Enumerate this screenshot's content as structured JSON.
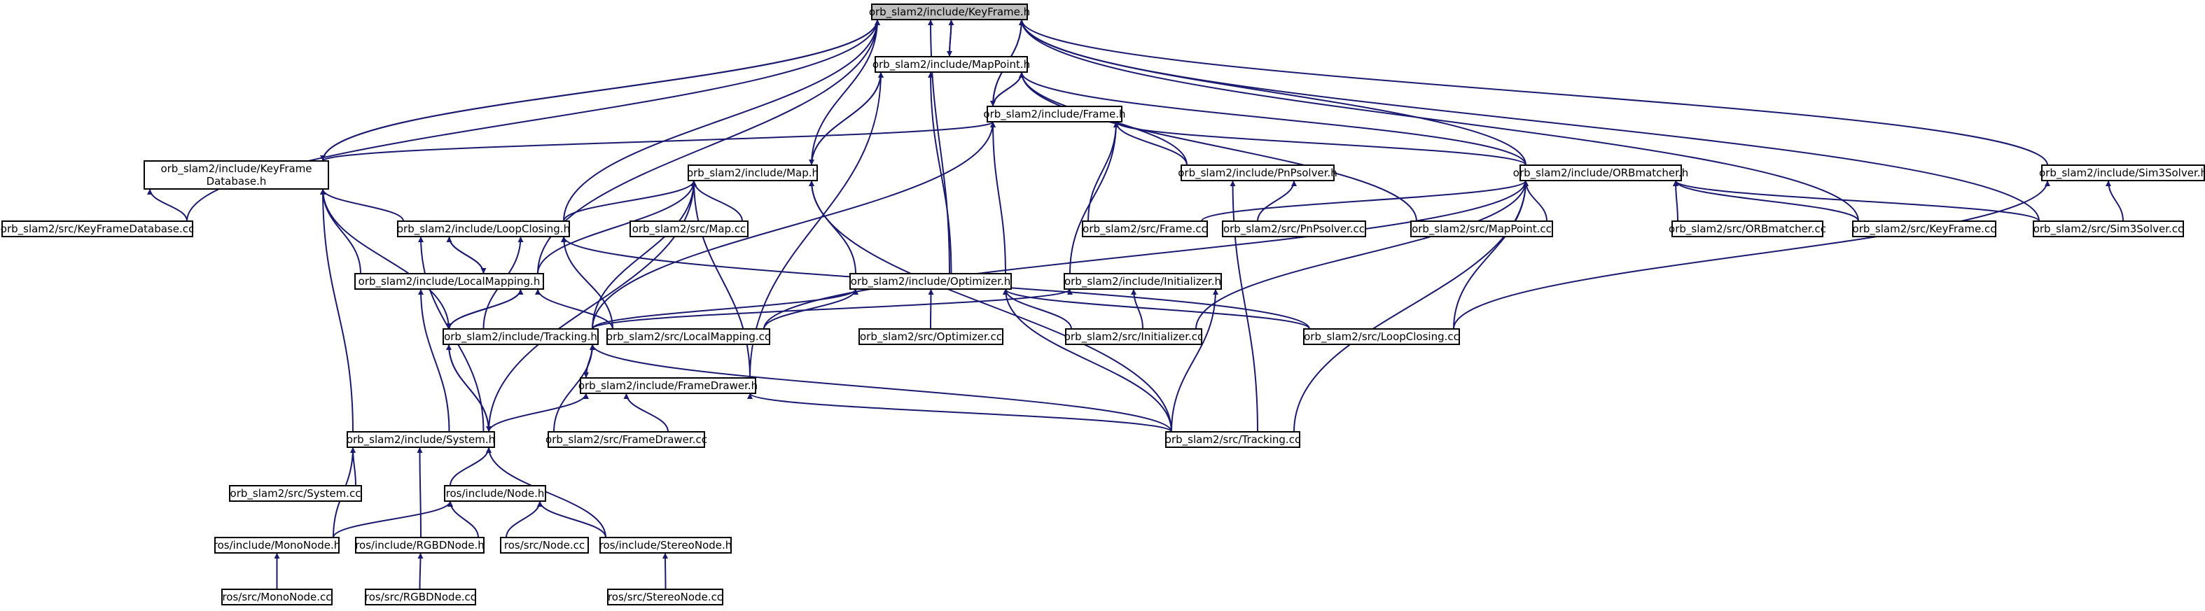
{
  "colors": {
    "edge": "#191970",
    "node_border": "#000000",
    "root_fill": "#bfbfbf",
    "background": "#ffffff"
  },
  "nodes": [
    {
      "id": "keyframe_h",
      "lines": [
        "orb_slam2/include/KeyFrame.h"
      ]
    },
    {
      "id": "mappoint_h",
      "lines": [
        "orb_slam2/include/MapPoint.h"
      ]
    },
    {
      "id": "frame_h",
      "lines": [
        "orb_slam2/include/Frame.h"
      ]
    },
    {
      "id": "kfdb_h",
      "lines": [
        "orb_slam2/include/KeyFrame",
        "Database.h"
      ]
    },
    {
      "id": "map_h",
      "lines": [
        "orb_slam2/include/Map.h"
      ]
    },
    {
      "id": "pnpsolver_h",
      "lines": [
        "orb_slam2/include/PnPsolver.h"
      ]
    },
    {
      "id": "orbmatcher_h",
      "lines": [
        "orb_slam2/include/ORBmatcher.h"
      ]
    },
    {
      "id": "sim3solver_h",
      "lines": [
        "orb_slam2/include/Sim3Solver.h"
      ]
    },
    {
      "id": "kfdb_cc",
      "lines": [
        "orb_slam2/src/KeyFrameDatabase.cc"
      ]
    },
    {
      "id": "loopclosing_h",
      "lines": [
        "orb_slam2/include/LoopClosing.h"
      ]
    },
    {
      "id": "map_cc",
      "lines": [
        "orb_slam2/src/Map.cc"
      ]
    },
    {
      "id": "frame_cc",
      "lines": [
        "orb_slam2/src/Frame.cc"
      ]
    },
    {
      "id": "pnpsolver_cc",
      "lines": [
        "orb_slam2/src/PnPsolver.cc"
      ]
    },
    {
      "id": "mappoint_cc",
      "lines": [
        "orb_slam2/src/MapPoint.cc"
      ]
    },
    {
      "id": "orbmatcher_cc",
      "lines": [
        "orb_slam2/src/ORBmatcher.cc"
      ]
    },
    {
      "id": "keyframe_cc",
      "lines": [
        "orb_slam2/src/KeyFrame.cc"
      ]
    },
    {
      "id": "sim3solver_cc",
      "lines": [
        "orb_slam2/src/Sim3Solver.cc"
      ]
    },
    {
      "id": "localmapping_h",
      "lines": [
        "orb_slam2/include/LocalMapping.h"
      ]
    },
    {
      "id": "optimizer_h",
      "lines": [
        "orb_slam2/include/Optimizer.h"
      ]
    },
    {
      "id": "initializer_h",
      "lines": [
        "orb_slam2/include/Initializer.h"
      ]
    },
    {
      "id": "tracking_h",
      "lines": [
        "orb_slam2/include/Tracking.h"
      ]
    },
    {
      "id": "localmapping_cc",
      "lines": [
        "orb_slam2/src/LocalMapping.cc"
      ]
    },
    {
      "id": "optimizer_cc",
      "lines": [
        "orb_slam2/src/Optimizer.cc"
      ]
    },
    {
      "id": "initializer_cc",
      "lines": [
        "orb_slam2/src/Initializer.cc"
      ]
    },
    {
      "id": "loopclosing_cc",
      "lines": [
        "orb_slam2/src/LoopClosing.cc"
      ]
    },
    {
      "id": "framedrawer_h",
      "lines": [
        "orb_slam2/include/FrameDrawer.h"
      ]
    },
    {
      "id": "system_h",
      "lines": [
        "orb_slam2/include/System.h"
      ]
    },
    {
      "id": "framedrawer_cc",
      "lines": [
        "orb_slam2/src/FrameDrawer.cc"
      ]
    },
    {
      "id": "tracking_cc",
      "lines": [
        "orb_slam2/src/Tracking.cc"
      ]
    },
    {
      "id": "system_cc",
      "lines": [
        "orb_slam2/src/System.cc"
      ]
    },
    {
      "id": "node_h",
      "lines": [
        "ros/include/Node.h"
      ]
    },
    {
      "id": "mononode_h",
      "lines": [
        "ros/include/MonoNode.h"
      ]
    },
    {
      "id": "rgbdnode_h",
      "lines": [
        "ros/include/RGBDNode.h"
      ]
    },
    {
      "id": "node_cc",
      "lines": [
        "ros/src/Node.cc"
      ]
    },
    {
      "id": "stereonode_h",
      "lines": [
        "ros/include/StereoNode.h"
      ]
    },
    {
      "id": "mononode_cc",
      "lines": [
        "ros/src/MonoNode.cc"
      ]
    },
    {
      "id": "rgbdnode_cc",
      "lines": [
        "ros/src/RGBDNode.cc"
      ]
    },
    {
      "id": "stereonode_cc",
      "lines": [
        "ros/src/StereoNode.cc"
      ]
    }
  ],
  "edges": [
    [
      "mappoint_h",
      "keyframe_h"
    ],
    [
      "frame_h",
      "keyframe_h"
    ],
    [
      "kfdb_h",
      "keyframe_h"
    ],
    [
      "map_h",
      "keyframe_h"
    ],
    [
      "orbmatcher_h",
      "keyframe_h"
    ],
    [
      "sim3solver_h",
      "keyframe_h"
    ],
    [
      "kfdb_cc",
      "keyframe_h"
    ],
    [
      "loopclosing_h",
      "keyframe_h"
    ],
    [
      "localmapping_h",
      "keyframe_h"
    ],
    [
      "optimizer_h",
      "keyframe_h"
    ],
    [
      "keyframe_cc",
      "keyframe_h"
    ],
    [
      "sim3solver_cc",
      "keyframe_h"
    ],
    [
      "keyframe_h",
      "mappoint_h"
    ],
    [
      "keyframe_h",
      "frame_h"
    ],
    [
      "keyframe_h",
      "kfdb_h"
    ],
    [
      "frame_h",
      "mappoint_h"
    ],
    [
      "map_h",
      "mappoint_h"
    ],
    [
      "pnpsolver_h",
      "mappoint_h"
    ],
    [
      "orbmatcher_h",
      "mappoint_h"
    ],
    [
      "mappoint_cc",
      "mappoint_h"
    ],
    [
      "optimizer_h",
      "mappoint_h"
    ],
    [
      "framedrawer_h",
      "mappoint_h"
    ],
    [
      "mappoint_h",
      "frame_h"
    ],
    [
      "mappoint_h",
      "map_h"
    ],
    [
      "kfdb_h",
      "frame_h"
    ],
    [
      "pnpsolver_h",
      "frame_h"
    ],
    [
      "orbmatcher_h",
      "frame_h"
    ],
    [
      "frame_cc",
      "frame_h"
    ],
    [
      "optimizer_h",
      "frame_h"
    ],
    [
      "initializer_h",
      "frame_h"
    ],
    [
      "tracking_h",
      "frame_h"
    ],
    [
      "kfdb_cc",
      "kfdb_h"
    ],
    [
      "loopclosing_h",
      "kfdb_h"
    ],
    [
      "localmapping_h",
      "kfdb_h"
    ],
    [
      "tracking_h",
      "kfdb_h"
    ],
    [
      "system_h",
      "kfdb_h"
    ],
    [
      "loopclosing_h",
      "map_h"
    ],
    [
      "map_cc",
      "map_h"
    ],
    [
      "localmapping_h",
      "map_h"
    ],
    [
      "optimizer_h",
      "map_h"
    ],
    [
      "tracking_h",
      "map_h"
    ],
    [
      "framedrawer_h",
      "map_h"
    ],
    [
      "tracking_cc",
      "map_h"
    ],
    [
      "system_h",
      "map_h"
    ],
    [
      "pnpsolver_cc",
      "pnpsolver_h"
    ],
    [
      "tracking_cc",
      "pnpsolver_h"
    ],
    [
      "frame_cc",
      "orbmatcher_h"
    ],
    [
      "mappoint_cc",
      "orbmatcher_h"
    ],
    [
      "orbmatcher_cc",
      "orbmatcher_h"
    ],
    [
      "keyframe_cc",
      "orbmatcher_h"
    ],
    [
      "sim3solver_cc",
      "orbmatcher_h"
    ],
    [
      "localmapping_cc",
      "orbmatcher_h"
    ],
    [
      "initializer_cc",
      "orbmatcher_h"
    ],
    [
      "loopclosing_cc",
      "orbmatcher_h"
    ],
    [
      "tracking_cc",
      "orbmatcher_h"
    ],
    [
      "sim3solver_cc",
      "sim3solver_h"
    ],
    [
      "loopclosing_cc",
      "sim3solver_h"
    ],
    [
      "localmapping_h",
      "loopclosing_h"
    ],
    [
      "tracking_h",
      "loopclosing_h"
    ],
    [
      "localmapping_cc",
      "loopclosing_h"
    ],
    [
      "loopclosing_cc",
      "loopclosing_h"
    ],
    [
      "system_h",
      "loopclosing_h"
    ],
    [
      "loopclosing_h",
      "localmapping_h"
    ],
    [
      "tracking_h",
      "localmapping_h"
    ],
    [
      "localmapping_cc",
      "localmapping_h"
    ],
    [
      "system_h",
      "localmapping_h"
    ],
    [
      "localmapping_h",
      "tracking_h"
    ],
    [
      "localmapping_cc",
      "optimizer_h"
    ],
    [
      "optimizer_cc",
      "optimizer_h"
    ],
    [
      "loopclosing_cc",
      "optimizer_h"
    ],
    [
      "tracking_cc",
      "optimizer_h"
    ],
    [
      "initializer_cc",
      "optimizer_h"
    ],
    [
      "tracking_h",
      "optimizer_h"
    ],
    [
      "initializer_cc",
      "initializer_h"
    ],
    [
      "tracking_cc",
      "initializer_h"
    ],
    [
      "tracking_h",
      "initializer_h"
    ],
    [
      "framedrawer_h",
      "tracking_h"
    ],
    [
      "system_h",
      "tracking_h"
    ],
    [
      "tracking_cc",
      "tracking_h"
    ],
    [
      "framedrawer_cc",
      "tracking_h"
    ],
    [
      "tracking_h",
      "framedrawer_h"
    ],
    [
      "tracking_h",
      "system_h"
    ],
    [
      "framedrawer_cc",
      "framedrawer_h"
    ],
    [
      "tracking_cc",
      "framedrawer_h"
    ],
    [
      "system_h",
      "framedrawer_h"
    ],
    [
      "system_cc",
      "system_h"
    ],
    [
      "node_h",
      "system_h"
    ],
    [
      "mononode_h",
      "system_h"
    ],
    [
      "rgbdnode_h",
      "system_h"
    ],
    [
      "stereonode_h",
      "system_h"
    ],
    [
      "mononode_h",
      "node_h"
    ],
    [
      "rgbdnode_h",
      "node_h"
    ],
    [
      "node_cc",
      "node_h"
    ],
    [
      "stereonode_h",
      "node_h"
    ],
    [
      "mononode_cc",
      "mononode_h"
    ],
    [
      "rgbdnode_cc",
      "rgbdnode_h"
    ],
    [
      "stereonode_cc",
      "stereonode_h"
    ]
  ]
}
